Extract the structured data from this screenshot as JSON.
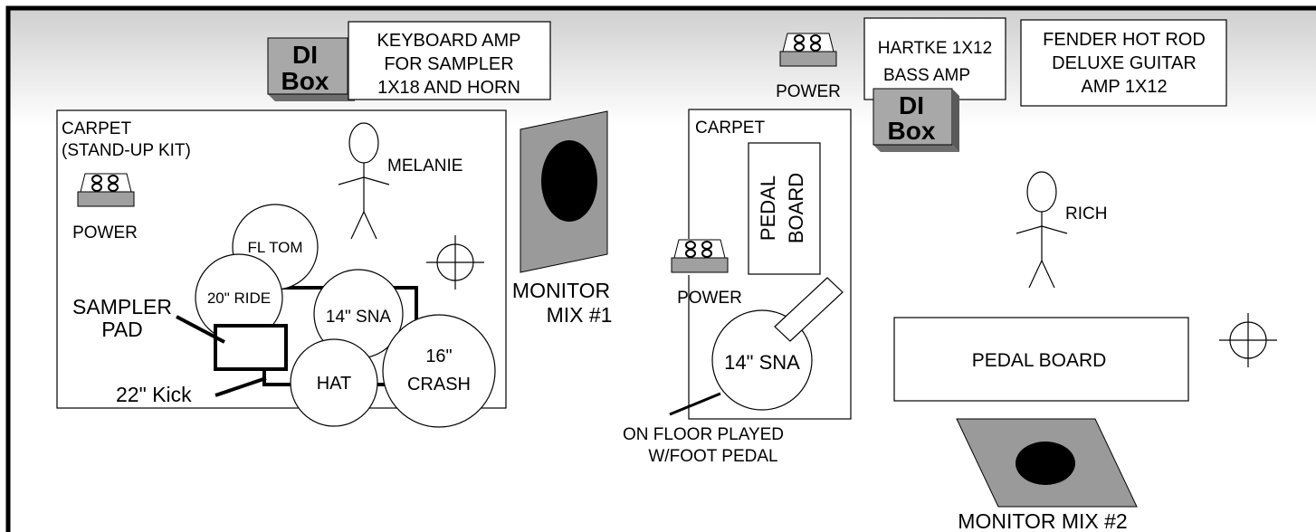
{
  "stage": {
    "di_box_1": [
      "DI",
      "Box"
    ],
    "keyboard_amp": [
      "KEYBOARD AMP",
      "FOR SAMPLER",
      "1X18 AND HORN"
    ],
    "power_top": "POWER",
    "hartke_amp": [
      "HARTKE 1X12",
      "BASS AMP"
    ],
    "di_box_2": [
      "DI",
      "Box"
    ],
    "fender_amp": [
      "FENDER HOT ROD",
      "DELUXE GUITAR",
      "AMP 1X12"
    ],
    "carpet_left": [
      "CARPET",
      "(STAND-UP KIT)"
    ],
    "melanie": "MELANIE",
    "power_left": "POWER",
    "fl_tom": "FL TOM",
    "ride": "20\" RIDE",
    "snare_left": "14\" SNA",
    "crash": [
      "16\"",
      "CRASH"
    ],
    "hat": "HAT",
    "sampler_pad": [
      "SAMPLER",
      "PAD"
    ],
    "kick": "22\" Kick",
    "monitor_1": [
      "MONITOR",
      "MIX #1"
    ],
    "carpet_right": "CARPET",
    "pedal_board_vertical": [
      "PEDAL",
      "BOARD"
    ],
    "power_mid": "POWER",
    "snare_right": "14\" SNA",
    "floor_note": [
      "ON FLOOR PLAYED",
      "W/FOOT PEDAL"
    ],
    "rich": "RICH",
    "pedal_board": "PEDAL BOARD",
    "monitor_2": "MONITOR MIX #2"
  },
  "colors": {
    "frame": "#000000",
    "gradient_top": "#cfcfcf",
    "gradient_bottom": "#ffffff",
    "di_box": "#a8a8a8",
    "di_box_shadow": "#6e6e6e",
    "power_box": "#a0a0a0",
    "monitor": "#9a9a9a"
  }
}
